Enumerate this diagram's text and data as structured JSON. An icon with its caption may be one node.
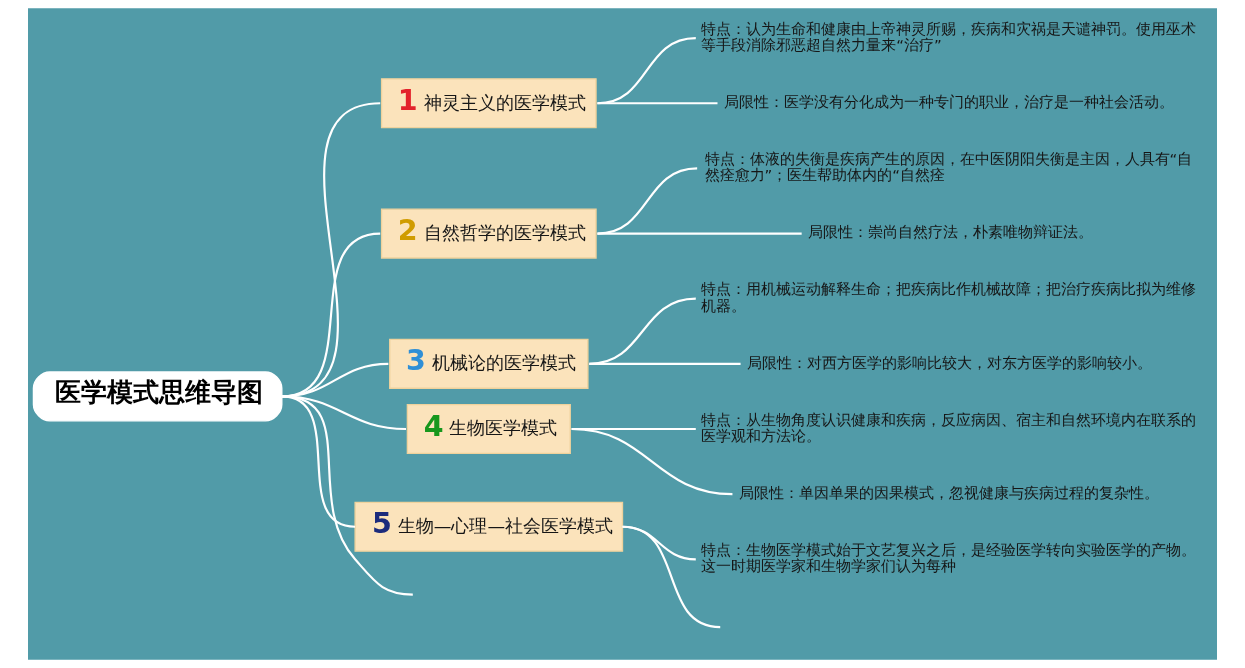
{
  "diagram": {
    "nodes": [
      {
        "text": [
          "医学模式思维导图"
        ]
      },
      {
        "text": [
          "1",
          "神灵主义的医学模式"
        ]
      },
      {
        "text": [
          "特点：认为生命和健康由上帝神灵所赐，疾病和灾祸是天谴神罚。使用巫术等手段消除邪恶超自然力量来“治疗”"
        ]
      },
      {
        "text": [
          "局限性：医学没有分化成为一种专门的职业，治疗是一种社会活动。"
        ]
      },
      {
        "text": [
          "2",
          "自然哲学的医学模式"
        ]
      },
      {
        "text": [
          "特点：体液的失衡是疾病产生的原因，在中医阴阳失衡是主因，人具有“自然痊愈力”；医生帮助体内的“自然痊"
        ]
      },
      {
        "text": [
          "局限性：崇尚自然疗法，朴素唯物辩证法。"
        ]
      },
      {
        "text": [
          "3",
          "机械论的医学模式"
        ]
      },
      {
        "text": [
          "特点：用机械运动解释生命；把疾病比作机械故障；把治疗疾病比拟为维修机器。"
        ]
      },
      {
        "text": [
          "局限性：对西方医学的影响比较大，对东方医学的影响较小。"
        ]
      },
      {
        "text": [
          "4",
          "生物医学模式"
        ]
      },
      {
        "text": [
          "特点：从生物角度认识健康和疾病，反应病因、宿主和自然环境内在联系的医学观和方法论。"
        ]
      },
      {
        "text": [
          "局限性：单因单果的因果模式，忽视健康与疾病过程的复杂性。"
        ]
      },
      {
        "text": [
          "5",
          "生物—心理—社会医学模式"
        ]
      },
      {
        "text": [
          "特点：生物医学模式始于文艺复兴之后，是经验医学转向实验医学的产物。这一时期医学家和生物学家们认为每种"
        ]
      }
    ],
    "edges": [
      {
        "from": 0,
        "to": 1,
        "arrow": "none"
      },
      {
        "from": 1,
        "to": 2,
        "arrow": "none"
      },
      {
        "from": 1,
        "to": 3,
        "arrow": "none"
      },
      {
        "from": 0,
        "to": 4,
        "arrow": "none"
      },
      {
        "from": 4,
        "to": 5,
        "arrow": "none"
      },
      {
        "from": 4,
        "to": 6,
        "arrow": "none"
      },
      {
        "from": 0,
        "to": 7,
        "arrow": "none"
      },
      {
        "from": 7,
        "to": 8,
        "arrow": "none"
      },
      {
        "from": 7,
        "to": 9,
        "arrow": "none"
      },
      {
        "from": 0,
        "to": 10,
        "arrow": "none"
      },
      {
        "from": 10,
        "to": 11,
        "arrow": "none"
      },
      {
        "from": 10,
        "to": 12,
        "arrow": "none"
      },
      {
        "from": 0,
        "to": 13,
        "arrow": "none"
      },
      {
        "from": 13,
        "to": 14,
        "arrow": "none"
      },
      {
        "from": 13,
        "to": null,
        "arrow": "none"
      },
      {
        "from": 0,
        "to": null,
        "arrow": "none"
      }
    ]
  }
}
